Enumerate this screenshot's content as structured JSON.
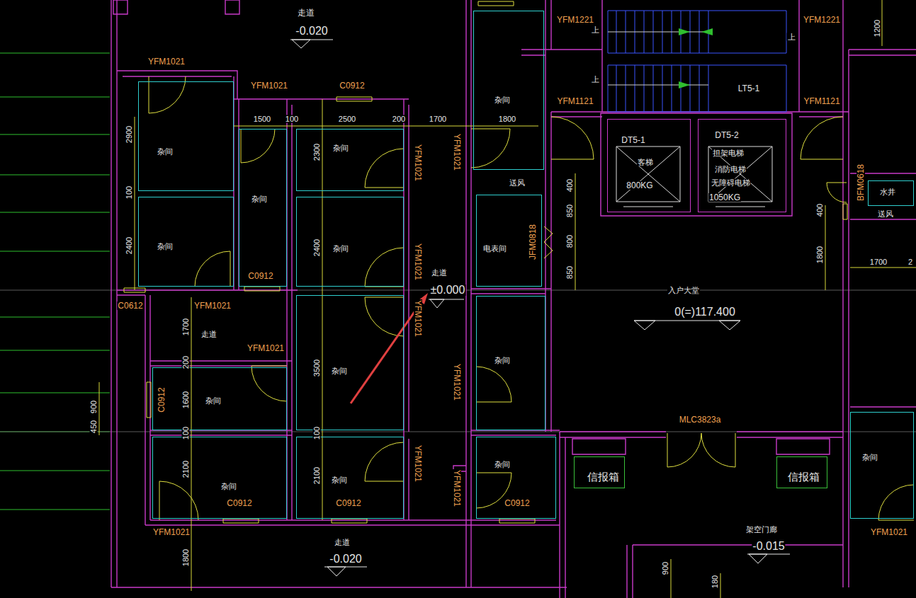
{
  "diagram": {
    "nodes": [
      {
        "text": [
          "杂间"
        ]
      },
      {
        "text": [
          "杂间"
        ]
      },
      {
        "text": [
          "杂间"
        ]
      },
      {
        "text": [
          "杂间"
        ]
      },
      {
        "text": [
          "杂间"
        ]
      },
      {
        "text": [
          "杂间"
        ]
      },
      {
        "text": [
          "杂间"
        ]
      },
      {
        "text": [
          "杂间"
        ]
      },
      {
        "text": [
          "杂间"
        ]
      },
      {
        "text": [
          "杂间"
        ]
      },
      {
        "text": [
          "电表间"
        ]
      },
      {
        "text": [
          "杂间"
        ]
      },
      {
        "text": [
          "杂间"
        ]
      },
      {
        "text": [
          "水井"
        ]
      },
      {
        "text": [
          "杂间"
        ]
      },
      {
        "text": [
          "DT5-1",
          "客梯",
          "800KG"
        ]
      },
      {
        "text": [
          "DT5-2",
          "担架电梯",
          "消防电梯",
          "无障碍电梯",
          "1050KG"
        ]
      },
      {
        "text": [
          "信报箱"
        ]
      },
      {
        "text": [
          "信报箱"
        ]
      }
    ],
    "labels": [
      "走道",
      "-0.020",
      "YFM1021",
      "YFM1021",
      "C0912",
      "1500",
      "100",
      "2500",
      "200",
      "1700",
      "1800",
      "2900",
      "100",
      "2400",
      "2300",
      "2400",
      "3500",
      "100",
      "2100",
      "YFM1021",
      "YFM1021",
      "送风",
      "400",
      "850",
      "800",
      "850",
      "JFM0818",
      "YFM1021",
      "走道",
      "±0.000",
      "C0612",
      "YFM1021",
      "YFM1021",
      "1700",
      "走道",
      "YFM1021",
      "200",
      "C0912",
      "1600",
      "900",
      "450",
      "100",
      "YFM1021",
      "C0912",
      "YFM1021",
      "2100",
      "YFM1021",
      "C0912",
      "C0912",
      "C0912",
      "YFM1021",
      "走道",
      "1800",
      "-0.020",
      "YFM1221",
      "YFM1221",
      "上",
      "上",
      "上",
      "LT5-1",
      "YFM1121",
      "YFM1121",
      "1200",
      "BFM0618",
      "送风",
      "400",
      "1800",
      "1700",
      "2",
      "入户大堂",
      "0(=)117.400",
      "MLC3823a",
      "架空门廊",
      "-0.015",
      "YFM1021",
      "900",
      "180"
    ]
  }
}
